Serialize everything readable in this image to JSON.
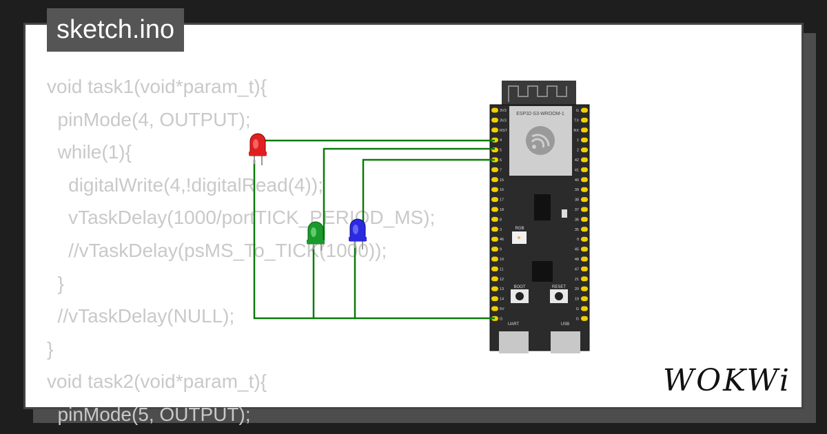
{
  "header": {
    "filename": "sketch.ino"
  },
  "code_lines": [
    "void task1(void*param_t){",
    "  pinMode(4, OUTPUT);",
    "  while(1){",
    "    digitalWrite(4,!digitalRead(4));",
    "    vTaskDelay(1000/portTICK_PERIOD_MS);",
    "    //vTaskDelay(psMS_To_TICK(1000));",
    "  }",
    "  //vTaskDelay(NULL);",
    "}",
    "void task2(void*param_t){",
    "  pinMode(5, OUTPUT);"
  ],
  "board": {
    "module_label": "ESP32-S3-WROOM-1",
    "left_pins": [
      "3V3",
      "3V3",
      "RST",
      "4",
      "5",
      "6",
      "7",
      "15",
      "16",
      "17",
      "18",
      "8",
      "3",
      "46",
      "9",
      "10",
      "11",
      "12",
      "13",
      "14",
      "5V",
      "G"
    ],
    "right_pins": [
      "G",
      "TX",
      "RX",
      "1",
      "2",
      "42",
      "41",
      "40",
      "39",
      "38",
      "37",
      "36",
      "35",
      "0",
      "45",
      "48",
      "47",
      "21",
      "20",
      "19",
      "G",
      "G"
    ],
    "rgb_label": "RGB",
    "boot_label": "BOOT",
    "reset_label": "RESET",
    "uart_label": "UART",
    "usb_label": "USB"
  },
  "leds": [
    {
      "name": "red",
      "color": "#e02020"
    },
    {
      "name": "green",
      "color": "#1a9a2a"
    },
    {
      "name": "blue",
      "color": "#2a2ae0"
    }
  ],
  "colors": {
    "wire": "#0a7a0a",
    "board": "#2b2b2b",
    "pin": "#f2d000"
  },
  "logo": {
    "text": "WOKWi"
  }
}
